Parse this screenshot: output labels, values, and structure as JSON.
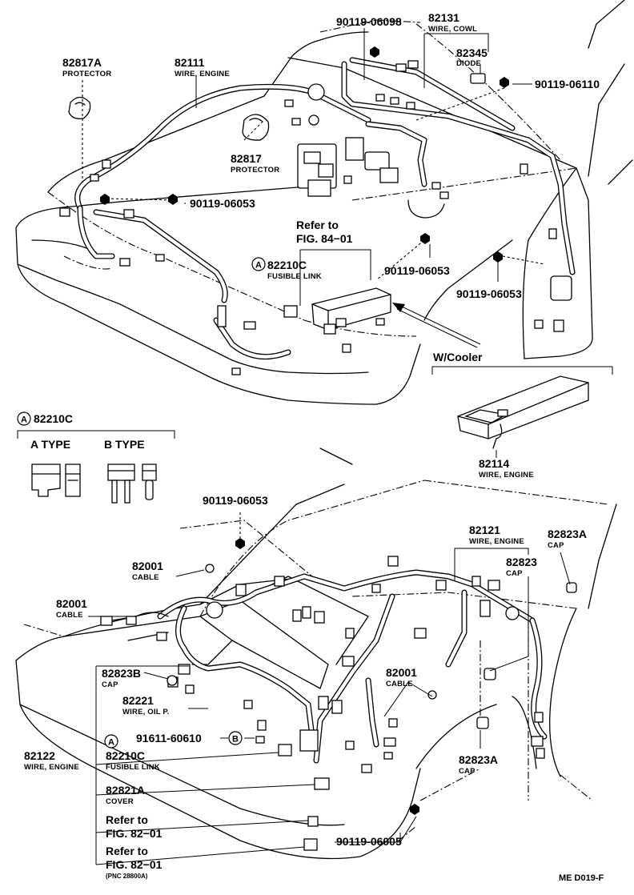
{
  "labels": {
    "p82817A": "82817A",
    "p82817A_sub": "PROTECTOR",
    "p82111": "82111",
    "p82111_sub": "WIRE, ENGINE",
    "p90119_06098": "90119-06098",
    "p82131": "82131",
    "p82131_sub": "WIRE, COWL",
    "p82345": "82345",
    "p82345_sub": "DIODE",
    "p90119_06110": "90119-06110",
    "p82817": "82817",
    "p82817_sub": "PROTECTOR",
    "p90119_06053_a": "90119-06053",
    "refer_to_1": "Refer to",
    "fig_84_01": "FIG. 84−01",
    "p82210C_top": "82210C",
    "p82210C_top_sub": "FUSIBLE LINK",
    "p90119_06053_b": "90119-06053",
    "p90119_06053_c": "90119-06053",
    "w_cooler": "W/Cooler",
    "p82114": "82114",
    "p82114_sub": "WIRE, ENGINE",
    "legend_part": "82210C",
    "a_type": "A TYPE",
    "b_type": "B TYPE",
    "p90119_06053_d": "90119-06053",
    "p82001_a": "82001",
    "p82001_a_sub": "CABLE",
    "p82001_b": "82001",
    "p82001_b_sub": "CABLE",
    "p82121": "82121",
    "p82121_sub": "WIRE, ENGINE",
    "p82823A_a": "82823A",
    "p82823A_a_sub": "CAP",
    "p82823": "82823",
    "p82823_sub": "CAP",
    "p82823B": "82823B",
    "p82823B_sub": "CAP",
    "p82221": "82221",
    "p82221_sub": "WIRE, OIL P.",
    "p82001_c": "82001",
    "p82001_c_sub": "CABLE",
    "p91611_60610": "91611-60610",
    "p82122": "82122",
    "p82122_sub": "WIRE, ENGINE",
    "p82210C_bot": "82210C",
    "p82210C_bot_sub": "FUSIBLE LINK",
    "p82823A_b": "82823A",
    "p82823A_b_sub": "CAP",
    "p82821A": "82821A",
    "p82821A_sub": "COVER",
    "refer_to_2": "Refer to",
    "fig_82_01_a": "FIG. 82−01",
    "refer_to_3": "Refer to",
    "fig_82_01_b": "FIG. 82−01",
    "pnc": "(PNC 28800A)",
    "p90119_06005": "90119-06005",
    "drawing_code": "ME D019-F",
    "mark_a": "A",
    "mark_b": "B"
  }
}
